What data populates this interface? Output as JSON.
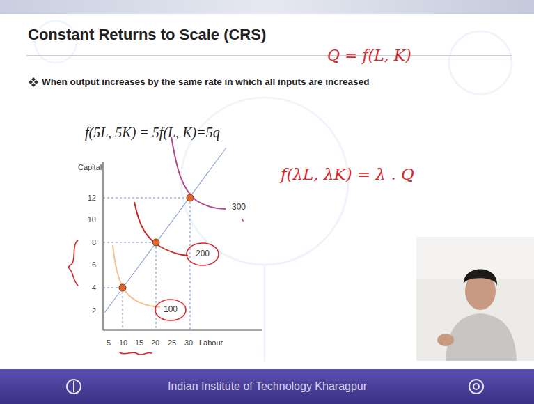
{
  "diagram": {
    "title": "Constant Returns to Scale (CRS)",
    "labels": [
      "When output increases by the same rate in which all inputs are increased",
      "f(5L, 5K) = 5f(L, K)=5q",
      "Q = f(L, K)",
      "f(λL, λK) = λ . Q",
      "Capital",
      "12",
      "10",
      "8",
      "6",
      "4",
      "2",
      "5",
      "10",
      "15",
      "20",
      "25",
      "30",
      "Labour",
      "300",
      "200",
      "100",
      "Indian Institute of Technology Kharagpur"
    ]
  }
}
